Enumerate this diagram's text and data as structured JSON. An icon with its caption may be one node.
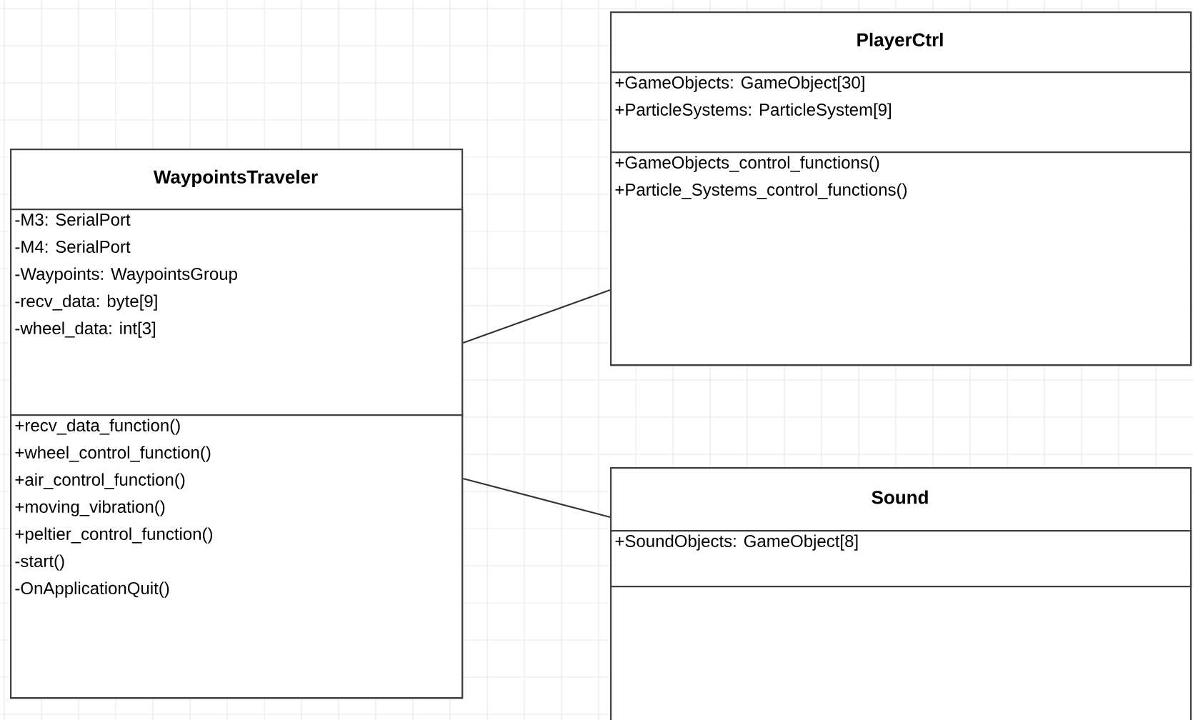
{
  "diagram": {
    "nodes": [
      {
        "text": [
          "WaypointsTraveler"
        ]
      },
      {
        "text": [
          "-M3: SerialPort",
          "-M4: SerialPort",
          "-Waypoints: WaypointsGroup",
          "-recv_data: byte[9]",
          "-wheel_data: int[3]"
        ],
        "in": 0
      },
      {
        "text": [
          "+recv_data_function()",
          "+wheel_control_function()",
          "+air_control_function()",
          "+moving_vibration()",
          "+peltier_control_function()",
          "-start()",
          "-OnApplicationQuit()"
        ],
        "in": 0
      },
      {
        "text": [
          "PlayerCtrl"
        ]
      },
      {
        "text": [
          "+GameObjects: GameObject[30]",
          "+ParticleSystems: ParticleSystem[9]"
        ],
        "in": 3
      },
      {
        "text": [
          "+GameObjects_control_functions()",
          "+Particle_Systems_control_functions()"
        ],
        "in": 3
      },
      {
        "text": [
          "Sound"
        ]
      },
      {
        "text": [
          "+SoundObjects: GameObject[8]"
        ],
        "in": 6
      },
      {
        "text": [],
        "shape": "box",
        "in": 6
      }
    ],
    "edges": [
      {
        "from": 0,
        "to": 3,
        "arrow": "none"
      },
      {
        "from": 0,
        "to": 6,
        "arrow": "none"
      }
    ]
  }
}
